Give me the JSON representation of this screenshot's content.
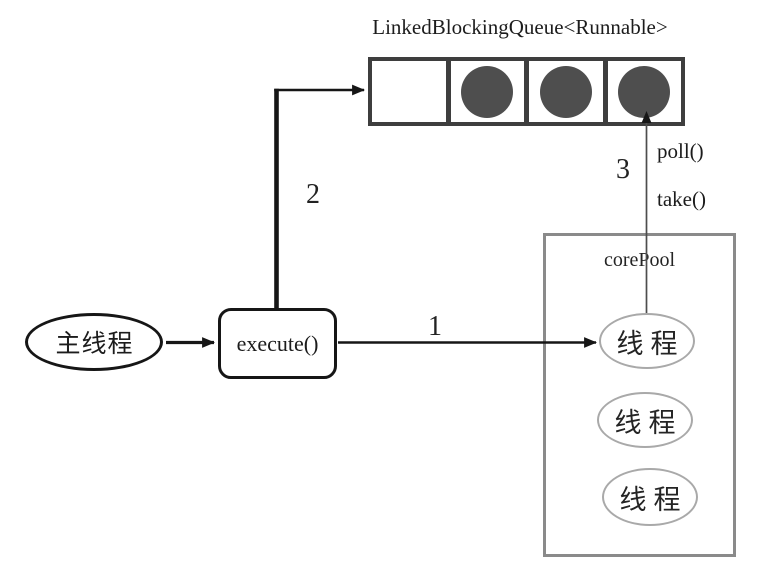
{
  "diagram": {
    "title": "LinkedBlockingQueue<Runnable>",
    "queue": {
      "cells": [
        {
          "filled": false
        },
        {
          "filled": true
        },
        {
          "filled": true
        },
        {
          "filled": true
        }
      ]
    },
    "labels": {
      "step1": "1",
      "step2": "2",
      "step3": "3",
      "poll": "poll()",
      "take": "take()"
    },
    "main_thread_label": "主线程",
    "execute_label": "execute()",
    "core_pool": {
      "title": "corePool",
      "threads": [
        {
          "label": "线程"
        },
        {
          "label": "线程"
        },
        {
          "label": "线程"
        }
      ]
    },
    "colors": {
      "background": "#ffffff",
      "line": "#161616",
      "queue_border": "#3e3e3e",
      "task_fill": "#4e4e4e",
      "core_pool_border": "#8a8a8a",
      "thread_border": "#a9a9a9",
      "step3_line": "#4d4d4d"
    }
  }
}
